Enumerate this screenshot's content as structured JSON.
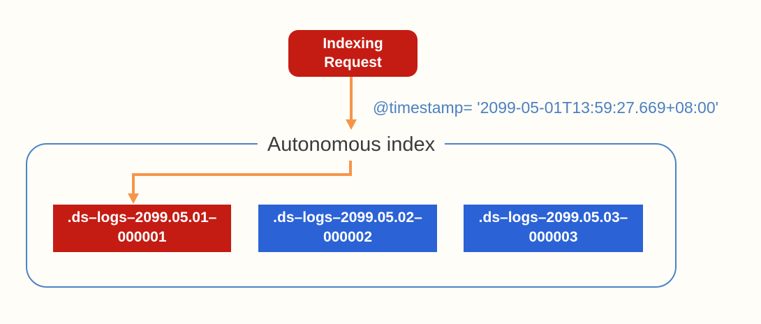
{
  "page": {
    "background": "#fffdf8"
  },
  "diagram": {
    "request_box": {
      "label": "Indexing Request",
      "color": "#c41c13"
    },
    "timestamp_annotation": "@timestamp= '2099-05-01T13:59:27.669+08:00'",
    "autonomous_index": {
      "title": "Autonomous index",
      "border_color": "#4d82c6",
      "indices": [
        {
          "label": ".ds–logs–2099.05.01–000001",
          "color": "#c41c13"
        },
        {
          "label": ".ds–logs–2099.05.02–000002",
          "color": "#2b62d6"
        },
        {
          "label": ".ds–logs–2099.05.03–000003",
          "color": "#2b62d6"
        }
      ]
    },
    "colors": {
      "arrow_orange": "#f6954a",
      "timestamp_text": "#4d80c0",
      "title_text": "#3b3b3b"
    }
  }
}
